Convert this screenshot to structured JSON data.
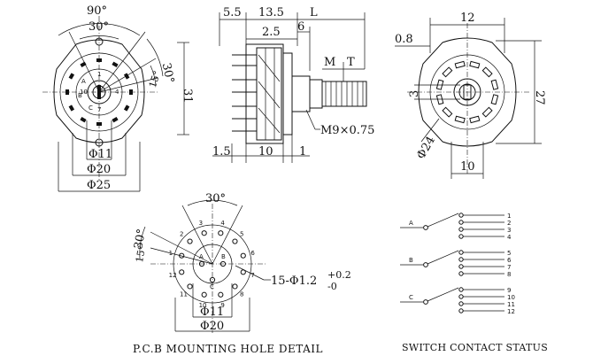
{
  "front_view": {
    "angle_top": "90°",
    "angle_inner": "30°",
    "angle_side": "30°",
    "angle_small": "15°",
    "height": "31",
    "dia_inner": "Φ11",
    "dia_mid": "Φ20",
    "dia_outer": "Φ25",
    "wafer_labels": [
      "A",
      "B",
      "C"
    ],
    "pin_numbers": [
      "1",
      "2",
      "3",
      "4",
      "5",
      "6",
      "7",
      "8",
      "9",
      "10",
      "11",
      "12"
    ]
  },
  "side_view": {
    "dim_a": "5.5",
    "dim_b": "13.5",
    "dim_l": "L",
    "dim_c": "2.5",
    "dim_d": "6",
    "dim_m": "M",
    "dim_t": "T",
    "thread": "M9×0.75",
    "dim_e": "1.5",
    "dim_f": "10",
    "dim_g": "1"
  },
  "rear_view": {
    "width": "12",
    "thickness": "0.8",
    "height": "27",
    "dim_3": "3",
    "diameter": "Φ24",
    "bottom": "10"
  },
  "pcb_detail": {
    "angle_top": "30°",
    "angle_side": "30°",
    "angle_small": "15°",
    "hole_spec": "15-Φ1.2",
    "tol_plus": "+0.2",
    "tol_minus": "-0",
    "dia_inner": "Φ11",
    "dia_outer": "Φ20",
    "pin_numbers": [
      "1",
      "2",
      "3",
      "4",
      "5",
      "6",
      "7",
      "8",
      "9",
      "10",
      "11",
      "12"
    ],
    "wafer_labels": [
      "A",
      "B",
      "C"
    ],
    "caption": "P.C.B MOUNTING HOLE DETAIL"
  },
  "switch_contact": {
    "poles": [
      "A",
      "B",
      "C"
    ],
    "contacts": [
      "1",
      "2",
      "3",
      "4",
      "5",
      "6",
      "7",
      "8",
      "9",
      "10",
      "11",
      "12"
    ],
    "caption": "SWITCH CONTACT STATUS"
  }
}
